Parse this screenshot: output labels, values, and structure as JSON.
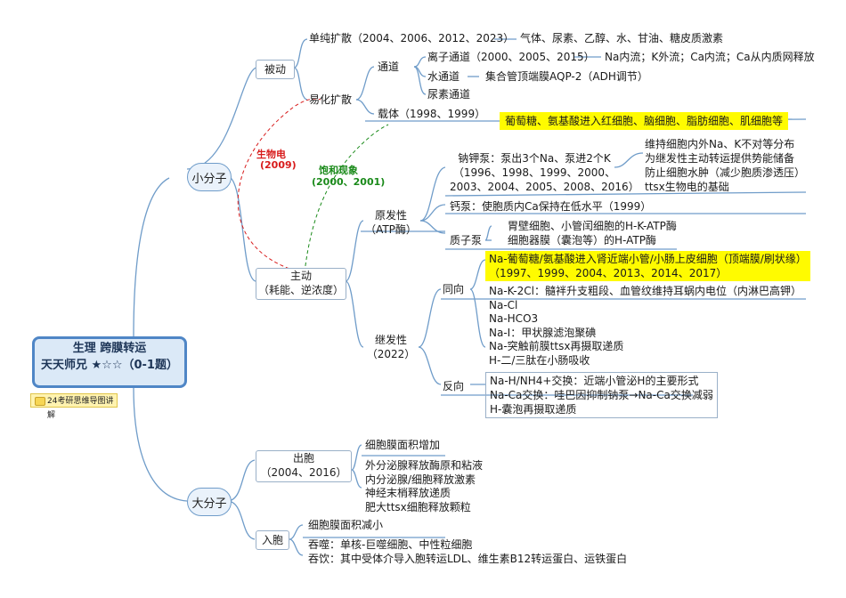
{
  "root": {
    "line1": "生理 跨膜转运",
    "line2": "天天师兄 ★☆☆（0-1题）"
  },
  "tag": "24考研思维导图讲解",
  "small": "小分子",
  "large": "大分子",
  "passive": {
    "label": "被动",
    "simple": "单纯扩散（2004、2006、2012、2023）",
    "simple_items": "气体、尿素、乙醇、水、甘油、糖皮质激素",
    "facilitated": "易化扩散",
    "channel": "通道",
    "ion_channel": "离子通道（2000、2005、2015）",
    "ion_items": "Na内流；K外流；Ca内流；Ca从内质网释放",
    "water_channel": "水通道",
    "water_items": "集合管顶端膜AQP-2（ADH调节）",
    "urea_channel": "尿素通道",
    "carrier": "载体（1998、1999）",
    "carrier_items": "葡萄糖、氨基酸进入红细胞、脑细胞、脂肪细胞、肌细胞等"
  },
  "annotations": {
    "bioelectric": "生物电",
    "bioelectric_year": "(2009)",
    "saturation": "饱和现象",
    "saturation_year": "(2000、2001)"
  },
  "active": {
    "label1": "主动",
    "label2": "（耗能、逆浓度）",
    "primary1": "原发性",
    "primary2": "（ATP酶）",
    "nak_lines": [
      "钠钾泵：泵出3个Na、泵进2个K",
      "（1996、1998、1999、2000、",
      "2003、2004、2005、2008、2016）"
    ],
    "nak_effects": [
      "维持细胞内外Na、K不对等分布",
      "为继发性主动转运提供势能储备",
      "防止细胞水肿（减少胞质渗透压）",
      "ttsx生物电的基础"
    ],
    "ca_pump": "钙泵：使胞质内Ca保持在低水平（1999）",
    "proton_pump": "质子泵",
    "proton_items": [
      "胃壁细胞、小管闰细胞的H-K-ATP酶",
      "细胞器膜（囊泡等）的H-ATP酶"
    ],
    "secondary1": "继发性",
    "secondary2": "（2022）",
    "symport": "同向",
    "symport_hl": [
      "Na-葡萄糖/氨基酸进入肾近端小管/小肠上皮细胞（顶端膜/刷状缘）",
      "（1997、1999、2004、2013、2014、2017）"
    ],
    "symport_items": [
      "Na-K-2Cl：髓袢升支粗段、血管纹维持耳蜗内电位（内淋巴高钾）",
      "Na-Cl",
      "Na-HCO3",
      "Na-I：甲状腺滤泡聚碘",
      "Na-突触前膜ttsx再摄取递质",
      "H-二/三肽在小肠吸收"
    ],
    "antiport": "反向",
    "antiport_items": [
      "Na-H/NH4+交换：近端小管泌H的主要形式",
      "Na-Ca交换：哇巴因抑制钠泵→Na-Ca交换减弱",
      "H-囊泡再摄取递质"
    ]
  },
  "exo": {
    "label1": "出胞",
    "label2": "（2004、2016）",
    "title": "细胞膜面积增加",
    "items": [
      "外分泌腺释放酶原和粘液",
      "内分泌腺/细胞释放激素",
      "神经末梢释放递质",
      "肥大ttsx细胞释放颗粒"
    ]
  },
  "endo": {
    "label": "入胞",
    "title": "细胞膜面积减小",
    "items": [
      "吞噬：单核-巨噬细胞、中性粒细胞",
      "吞饮：其中受体介导入胞转运LDL、维生素B12转运蛋白、运铁蛋白"
    ]
  },
  "colors": {
    "line": "#6f9cc9",
    "red": "#d81c1c",
    "green": "#1a8a1a",
    "highlight": "#fffb00"
  }
}
